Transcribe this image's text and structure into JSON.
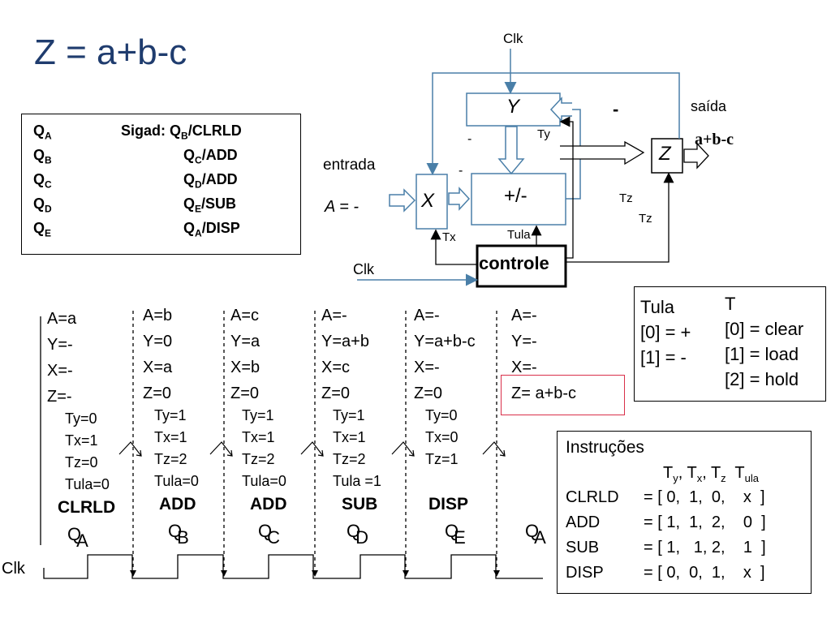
{
  "title": "Z = a+b-c",
  "state_table": {
    "rows": [
      {
        "q": "Q",
        "q_sub": "A",
        "signal_prefix": "Sigad: ",
        "next": "Q",
        "next_sub": "B",
        "op": "/CLRLD"
      },
      {
        "q": "Q",
        "q_sub": "B",
        "signal_prefix": "",
        "next": "Q",
        "next_sub": "C",
        "op": "/ADD"
      },
      {
        "q": "Q",
        "q_sub": "C",
        "signal_prefix": "",
        "next": "Q",
        "next_sub": "D",
        "op": "/ADD"
      },
      {
        "q": "Q",
        "q_sub": "D",
        "signal_prefix": "",
        "next": "Q",
        "next_sub": "E",
        "op": "/SUB"
      },
      {
        "q": "Q",
        "q_sub": "E",
        "signal_prefix": "",
        "next": "Q",
        "next_sub": "A",
        "op": "/DISP"
      }
    ]
  },
  "datapath": {
    "clk_top": "Clk",
    "reg_y": "Y",
    "reg_x": "X",
    "reg_z": "Z",
    "alu": "+/-",
    "controle": "controle",
    "entrada": "entrada",
    "input_a": "A = -",
    "saida": "saída",
    "output": "a+b-c",
    "minus_bold": "-",
    "y_dash": "-",
    "alu_dash": "-",
    "ty": "Ty",
    "tx": "Tx",
    "tula": "Tula",
    "tz1": "Tz",
    "tz2": "Tz",
    "clk_ctrl": "Clk"
  },
  "tula_table": {
    "col1_title": "Tula",
    "col1": [
      "[0] = +",
      "[1] =  -"
    ],
    "col2_title": "T",
    "col2": [
      "[0] = clear",
      "[1] = load",
      "[2] = hold"
    ]
  },
  "instructions": {
    "title": "Instruções",
    "header": "Ty, Tx, Tz  Tula",
    "rows": [
      {
        "name": "CLRLD",
        "value": "= [ 0,  1,  0,    x  ]"
      },
      {
        "name": "ADD",
        "value": "= [ 1,  1,  2,    0  ]"
      },
      {
        "name": "SUB",
        "value": "= [ 1,   1, 2,    1  ]"
      },
      {
        "name": "DISP",
        "value": "= [ 0,  0,  1,    x  ]"
      }
    ]
  },
  "timeline": {
    "states": [
      {
        "regs": [
          "A=a",
          "Y=-",
          "X=-",
          "Z=-"
        ],
        "ctrl": [
          "Ty=0",
          "Tx=1",
          "Tz=0",
          "Tula=0"
        ],
        "instr": "CLRLD",
        "q": "Q",
        "q_sub": "A"
      },
      {
        "regs": [
          "A=b",
          "Y=0",
          "X=a",
          "Z=0"
        ],
        "ctrl": [
          "Ty=1",
          "Tx=1",
          "Tz=2",
          "Tula=0"
        ],
        "instr": "ADD",
        "q": "Q",
        "q_sub": "B"
      },
      {
        "regs": [
          "A=c",
          "Y=a",
          "X=b",
          "Z=0"
        ],
        "ctrl": [
          "Ty=1",
          "Tx=1",
          "Tz=2",
          "Tula=0"
        ],
        "instr": "ADD",
        "q": "Q",
        "q_sub": "C"
      },
      {
        "regs": [
          "A=-",
          "Y=a+b",
          "X=c",
          "Z=0"
        ],
        "ctrl": [
          "Ty=1",
          "Tx=1",
          "Tz=2",
          "Tula =1"
        ],
        "instr": "SUB",
        "q": "Q",
        "q_sub": "D"
      },
      {
        "regs": [
          "A=-",
          "Y=a+b-c",
          "X=-",
          "Z=0"
        ],
        "ctrl": [
          "Ty=0",
          "Tx=0",
          "Tz=1"
        ],
        "instr": "DISP",
        "q": "Q",
        "q_sub": "E"
      },
      {
        "regs": [
          "A=-",
          "Y=-",
          "X=-",
          "Z= a+b-c"
        ],
        "ctrl": [],
        "instr": "",
        "q": "Q",
        "q_sub": "A"
      }
    ],
    "clk_label": "Clk"
  }
}
